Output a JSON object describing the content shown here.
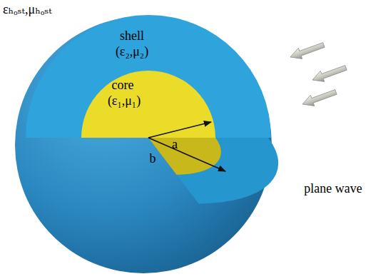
{
  "diagram": {
    "nodes": [
      {
        "text": [
          "shell",
          "(ε₂,μ₂)"
        ]
      },
      {
        "text": [
          "core",
          "(ε₁,μ₁)"
        ],
        "in": 0
      }
    ],
    "labels": [
      "εₕₒₛₜ,μₕₒₛₜ",
      "a",
      "b",
      "plane wave"
    ]
  }
}
